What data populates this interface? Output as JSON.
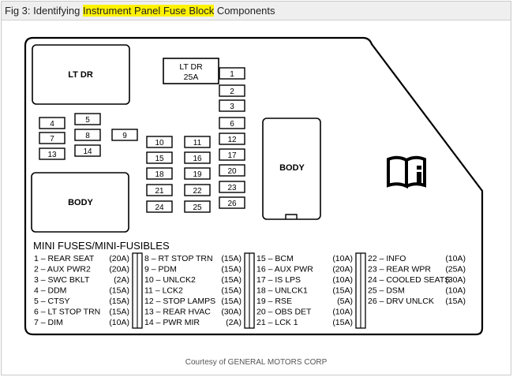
{
  "caption": {
    "prefix": "Fig 3: Identifying ",
    "highlight": "Instrument Panel Fuse Block",
    "suffix": " Components"
  },
  "courtesy": "Courtesy of GENERAL MOTORS CORP",
  "relays": {
    "lt_dr": "LT DR",
    "body_left": "BODY",
    "body_center": "BODY"
  },
  "lt_dr_fuse": {
    "line1": "LT DR",
    "line2": "25A"
  },
  "fuse_numbers": [
    "1",
    "2",
    "3",
    "4",
    "5",
    "6",
    "7",
    "8",
    "9",
    "10",
    "11",
    "12",
    "13",
    "14",
    "15",
    "16",
    "17",
    "18",
    "19",
    "20",
    "21",
    "22",
    "23",
    "24",
    "25",
    "26"
  ],
  "legend_title": "MINI FUSES/MINI-FUSIBLES",
  "legend": [
    [
      {
        "name": "1 – REAR SEAT",
        "amp": "(20A)"
      },
      {
        "name": "2 – AUX PWR2",
        "amp": "(20A)"
      },
      {
        "name": "3 – SWC BKLT",
        "amp": "(2A)"
      },
      {
        "name": "4 – DDM",
        "amp": "(15A)"
      },
      {
        "name": "5 – CTSY",
        "amp": "(15A)"
      },
      {
        "name": "6 – LT STOP TRN",
        "amp": "(15A)"
      },
      {
        "name": "7 – DIM",
        "amp": "(10A)"
      }
    ],
    [
      {
        "name": "8 – RT STOP TRN",
        "amp": "(15A)"
      },
      {
        "name": "9 – PDM",
        "amp": "(15A)"
      },
      {
        "name": "10 – UNLCK2",
        "amp": "(15A)"
      },
      {
        "name": "11 – LCK2",
        "amp": "(15A)"
      },
      {
        "name": "12 – STOP LAMPS",
        "amp": "(15A)"
      },
      {
        "name": "13 – REAR HVAC",
        "amp": "(30A)"
      },
      {
        "name": "14 – PWR MIR",
        "amp": "(2A)"
      }
    ],
    [
      {
        "name": "15 – BCM",
        "amp": "(10A)"
      },
      {
        "name": "16 – AUX PWR",
        "amp": "(20A)"
      },
      {
        "name": "17 – IS LPS",
        "amp": "(10A)"
      },
      {
        "name": "18 – UNLCK1",
        "amp": "(15A)"
      },
      {
        "name": "19 – RSE",
        "amp": "(5A)"
      },
      {
        "name": "20 – OBS DET",
        "amp": "(10A)"
      },
      {
        "name": "21 – LCK 1",
        "amp": "(15A)"
      }
    ],
    [
      {
        "name": "22 – INFO",
        "amp": "(10A)"
      },
      {
        "name": "23 – REAR WPR",
        "amp": "(25A)"
      },
      {
        "name": "24 – COOLED SEATS",
        "amp": "(30A)"
      },
      {
        "name": "25 – DSM",
        "amp": "(10A)"
      },
      {
        "name": "26 – DRV UNLCK",
        "amp": "(15A)"
      }
    ]
  ],
  "icon": "manual-info-icon"
}
